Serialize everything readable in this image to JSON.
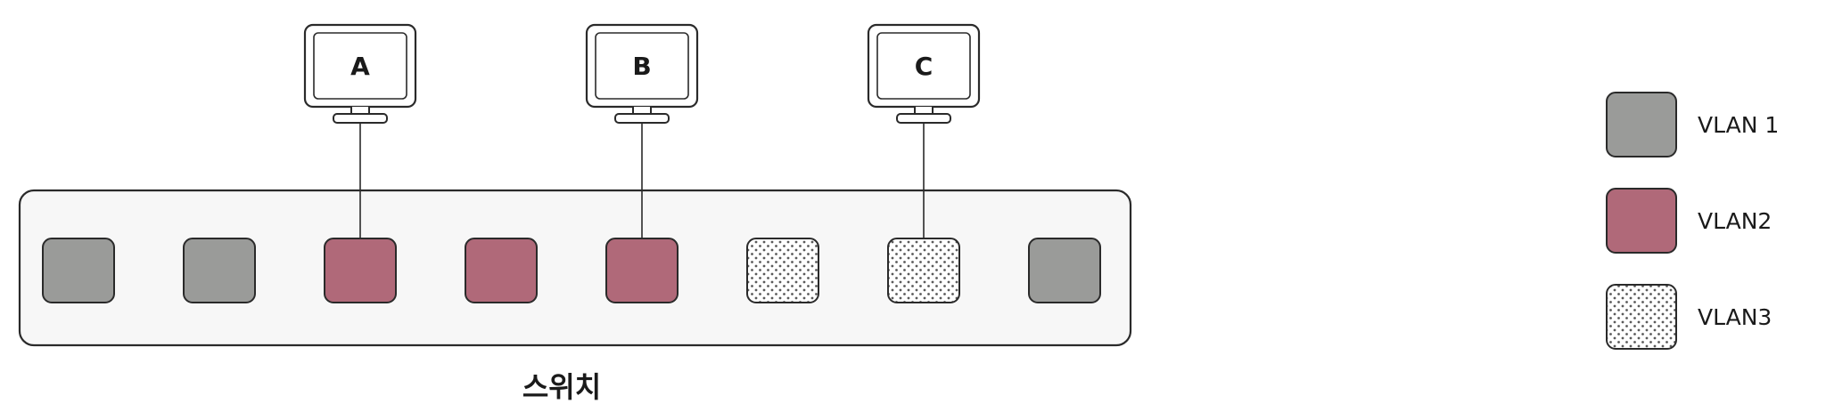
{
  "diagram": {
    "computers": [
      {
        "label": "A",
        "port_index": 2
      },
      {
        "label": "B",
        "port_index": 4
      },
      {
        "label": "C",
        "port_index": 6
      }
    ],
    "switch": {
      "label": "스위치",
      "ports": [
        {
          "vlan": "VLAN 1"
        },
        {
          "vlan": "VLAN 1"
        },
        {
          "vlan": "VLAN2"
        },
        {
          "vlan": "VLAN2"
        },
        {
          "vlan": "VLAN2"
        },
        {
          "vlan": "VLAN3"
        },
        {
          "vlan": "VLAN3"
        },
        {
          "vlan": "VLAN 1"
        }
      ]
    },
    "legend": [
      {
        "label": "VLAN 1",
        "style": "solid",
        "color": "#9a9b99"
      },
      {
        "label": "VLAN2",
        "style": "solid",
        "color": "#b06979"
      },
      {
        "label": "VLAN3",
        "style": "dotted",
        "color": "#ffffff"
      }
    ],
    "colors": {
      "outline": "#2a2a2a",
      "switch_fill": "#f7f7f7",
      "monitor_fill": "#ffffff",
      "dot": "#5a5a5a"
    }
  }
}
